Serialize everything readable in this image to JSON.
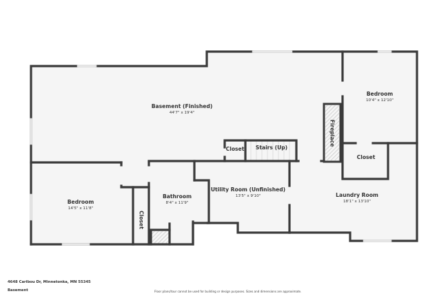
{
  "plan": {
    "level": "Basement",
    "address": "4648 Caribou Dr, Minnetonka, MN 55345",
    "disclaimer": "Floor plans/tour cannot be used for building or design purposes. Sizes and dimensions are approximate.",
    "colors": {
      "wall": "#3a3a3a",
      "floor": "#f5f5f5",
      "window": "#e2e2e2",
      "background": "#ffffff",
      "text": "#333333"
    }
  },
  "rooms": [
    {
      "id": "basement-finished",
      "name": "Basement (Finished)",
      "dims": "44'7\" x 19'4\""
    },
    {
      "id": "bedroom-ne",
      "name": "Bedroom",
      "dims": "10'4\" x 12'10\""
    },
    {
      "id": "bedroom-sw",
      "name": "Bedroom",
      "dims": "14'5\" x 11'8\""
    },
    {
      "id": "bathroom",
      "name": "Bathroom",
      "dims": "8'4\" x 11'9\""
    },
    {
      "id": "utility-room",
      "name": "Utility Room (Unfinished)",
      "dims": "13'5\" x 9'10\""
    },
    {
      "id": "laundry-room",
      "name": "Laundry Room",
      "dims": "18'1\" x 13'10\""
    }
  ],
  "features": {
    "closet_center": "Closet",
    "stairs": "Stairs (Up)",
    "fireplace": "Fireplace",
    "closet_laundry": "Closet",
    "closet_bedroom": "Closet"
  }
}
